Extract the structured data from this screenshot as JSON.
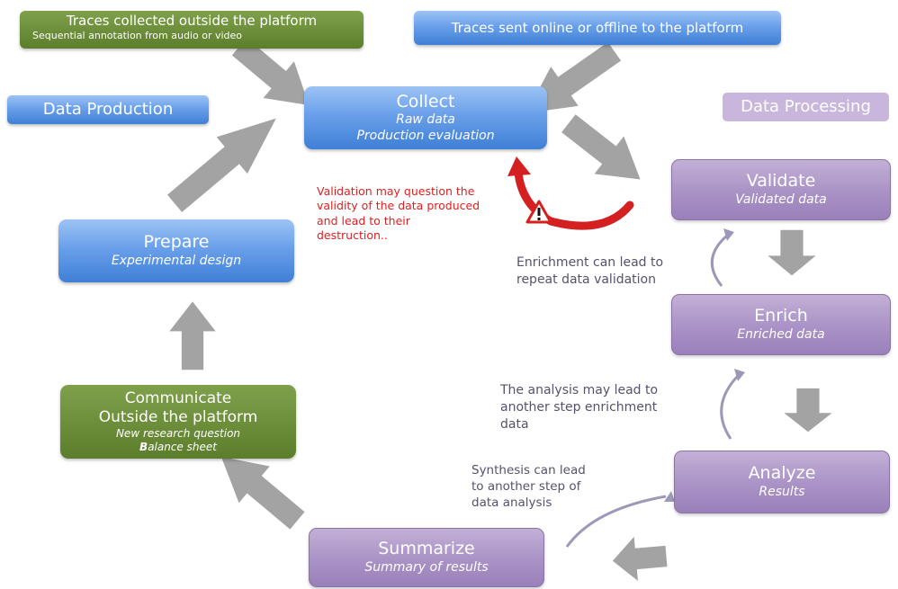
{
  "sources": {
    "outside": {
      "line1": "Traces collected outside the platform",
      "line2": "Sequential annotation from audio or video"
    },
    "online": "Traces sent online or offline to the platform"
  },
  "sections": {
    "production": "Data Production",
    "processing": "Data Processing"
  },
  "steps": {
    "collect": {
      "title": "Collect",
      "line1": "Raw data",
      "line2": "Production evaluation"
    },
    "validate": {
      "title": "Validate",
      "sub": "Validated data"
    },
    "enrich": {
      "title": "Enrich",
      "sub": "Enriched data"
    },
    "analyze": {
      "title": "Analyze",
      "sub": "Results"
    },
    "summarize": {
      "title": "Summarize",
      "sub": "Summary of results"
    },
    "communicate": {
      "title": "Communicate",
      "title2": "Outside the platform",
      "line1": "New research question",
      "line2_bold": "B",
      "line2_rest": "alance sheet"
    },
    "prepare": {
      "title": "Prepare",
      "sub": "Experimental design"
    }
  },
  "notes": {
    "warning": [
      "Validation may question the",
      "validity of the data produced",
      "and lead to their",
      "destruction.."
    ],
    "enrichment": [
      "Enrichment can lead to",
      "repeat data validation"
    ],
    "analysis": [
      "The analysis may lead to",
      "another step enrichment",
      "data"
    ],
    "synthesis": [
      "Synthesis can lead",
      "to another step of",
      "data analysis"
    ]
  },
  "colors": {
    "arrow": "#a3a3a3",
    "warning": "#e02020",
    "blue": "#3f7fd6",
    "purple": "#ab94c7",
    "green": "#5c7e2c"
  },
  "icons": [
    "warning-triangle-icon"
  ]
}
